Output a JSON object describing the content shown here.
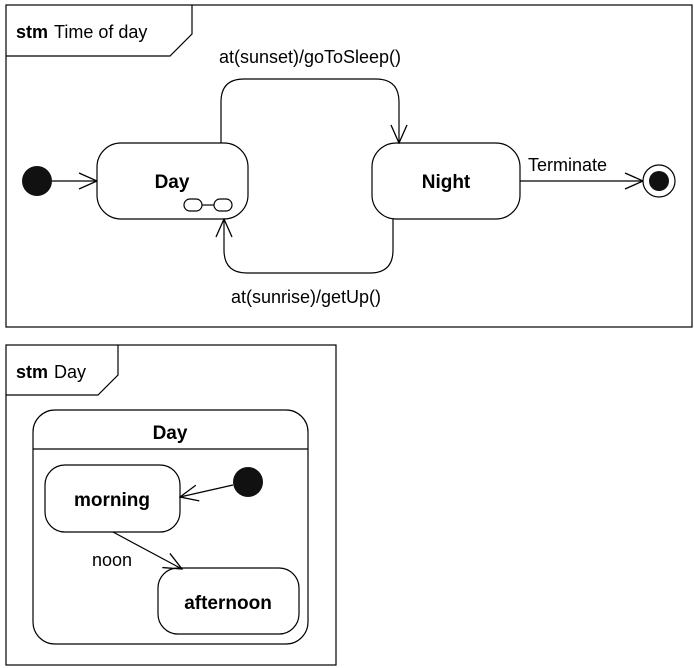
{
  "diagram1": {
    "frame": {
      "keyword": "stm",
      "name": "Time of day"
    },
    "states": [
      {
        "id": "day",
        "label": "Day"
      },
      {
        "id": "night",
        "label": "Night"
      }
    ],
    "transitions": [
      {
        "from": "day",
        "to": "night",
        "label": "at(sunset)/goToSleep()"
      },
      {
        "from": "night",
        "to": "day",
        "label": "at(sunrise)/getUp()"
      },
      {
        "from": "night",
        "to": "final",
        "label": "Terminate"
      }
    ]
  },
  "diagram2": {
    "frame": {
      "keyword": "stm",
      "name": "Day"
    },
    "composite": {
      "label": "Day"
    },
    "states": [
      {
        "id": "morning",
        "label": "morning"
      },
      {
        "id": "afternoon",
        "label": "afternoon"
      }
    ],
    "transitions": [
      {
        "from": "morning",
        "to": "afternoon",
        "label": "noon"
      }
    ]
  }
}
